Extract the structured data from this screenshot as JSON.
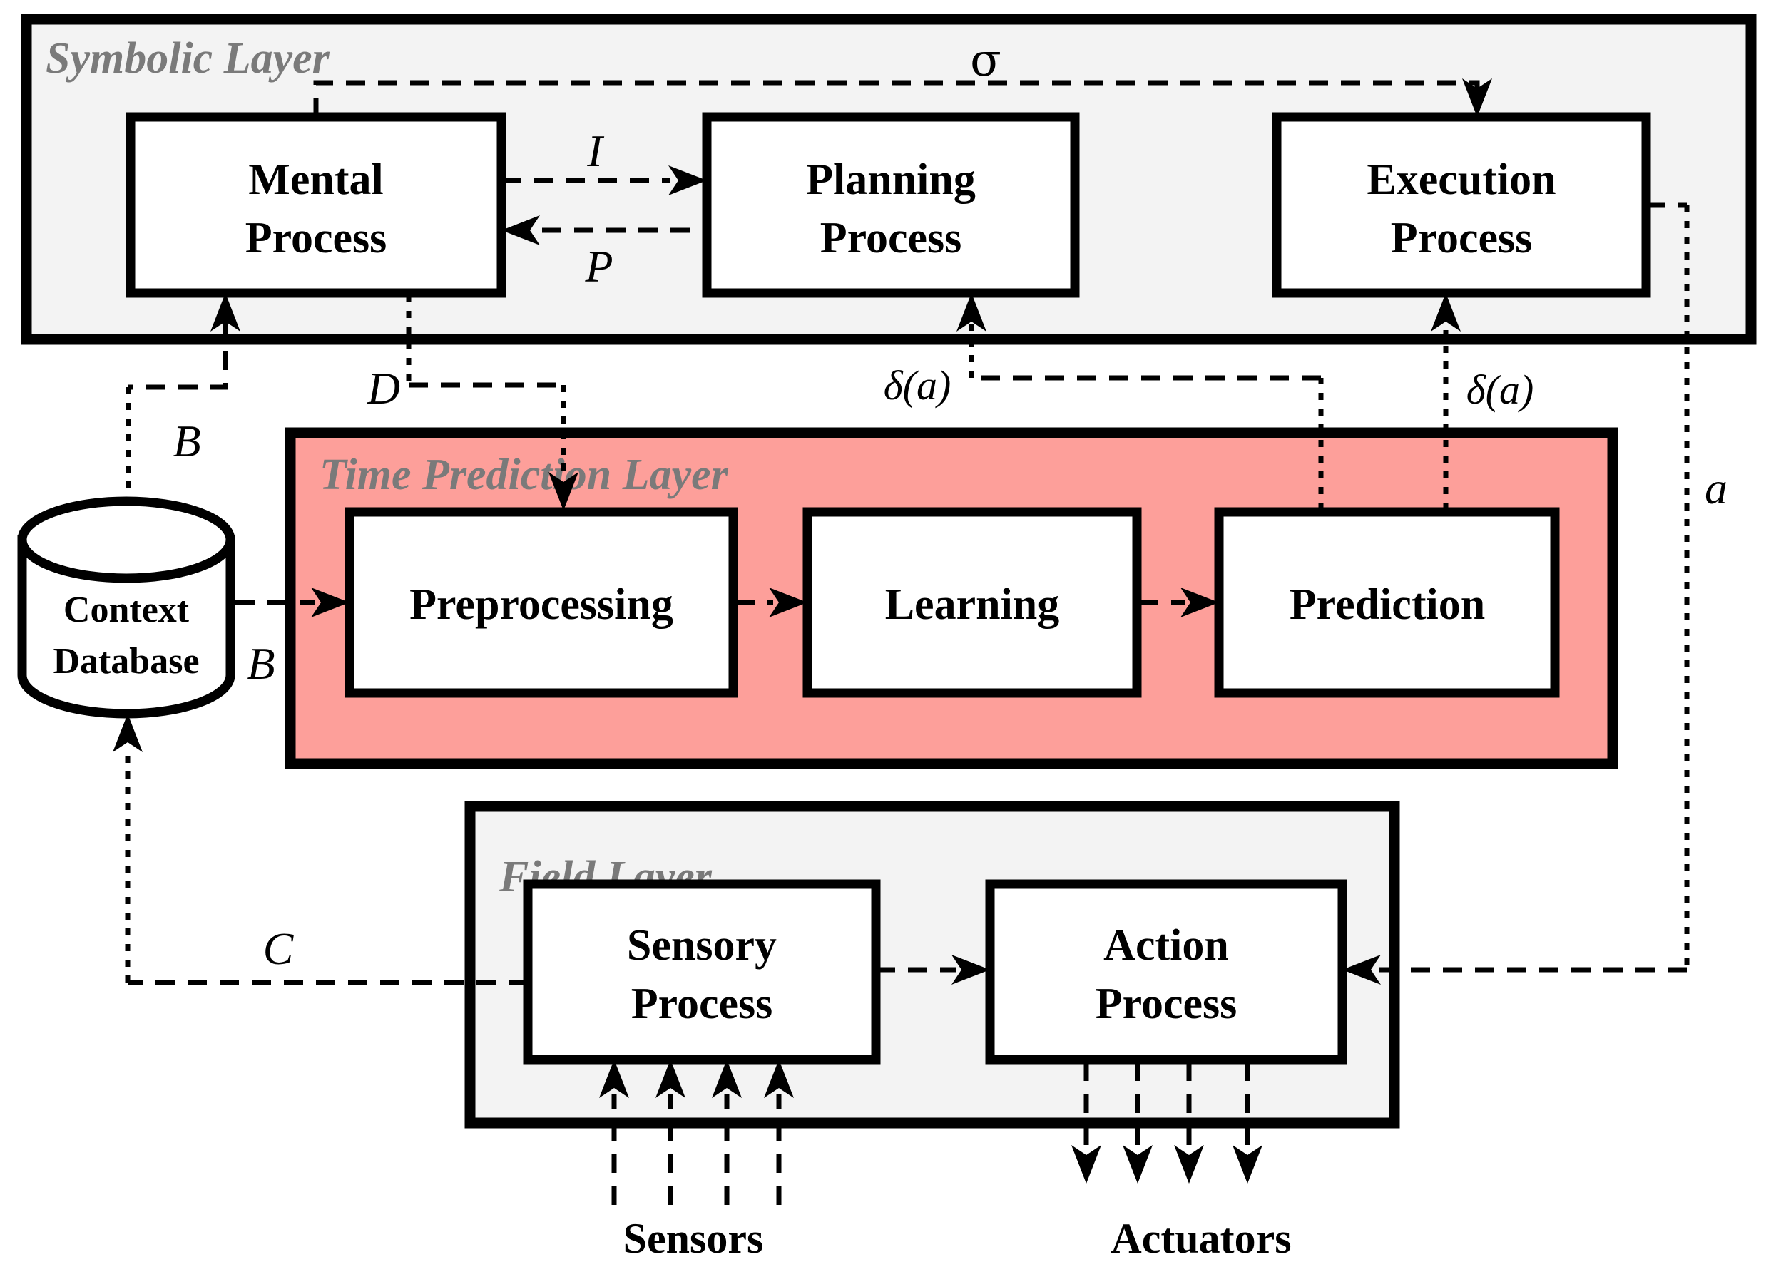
{
  "layers": {
    "symbolic": {
      "label": "Symbolic Layer"
    },
    "time_prediction": {
      "label": "Time Prediction Layer"
    },
    "field": {
      "label": "Field Layer"
    }
  },
  "nodes": {
    "mental": {
      "line1": "Mental",
      "line2": "Process"
    },
    "planning": {
      "line1": "Planning",
      "line2": "Process"
    },
    "execution": {
      "line1": "Execution",
      "line2": "Process"
    },
    "preprocessing": {
      "label": "Preprocessing"
    },
    "learning": {
      "label": "Learning"
    },
    "prediction": {
      "label": "Prediction"
    },
    "sensory": {
      "line1": "Sensory",
      "line2": "Process"
    },
    "action": {
      "line1": "Action",
      "line2": "Process"
    },
    "context_db": {
      "line1": "Context",
      "line2": "Database"
    }
  },
  "edge_labels": {
    "sigma": "σ",
    "intentions": "I",
    "plans": "P",
    "b_to_mental": "B",
    "b_to_preprocessing": "B",
    "d": "D",
    "delta_a_to_planning": "δ(a)",
    "delta_a_to_execution": "δ(a)",
    "a": "a",
    "c": "C"
  },
  "external_labels": {
    "sensors": "Sensors",
    "actuators": "Actuators"
  },
  "colors": {
    "layer_gray": "#f3f3f3",
    "layer_pink": "#fd9f9a",
    "label_gray": "#7a7a7a",
    "line_black": "#000000"
  }
}
